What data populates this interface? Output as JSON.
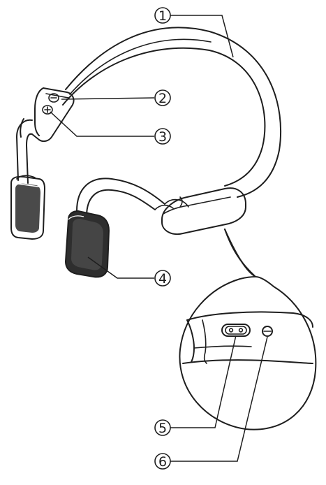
{
  "callouts": [
    {
      "id": "c1",
      "number": "1"
    },
    {
      "id": "c2",
      "number": "2"
    },
    {
      "id": "c3",
      "number": "3"
    },
    {
      "id": "c4",
      "number": "4"
    },
    {
      "id": "c5",
      "number": "5"
    },
    {
      "id": "c6",
      "number": "6"
    }
  ],
  "icons": {
    "headset": "bone-conduction-headphones",
    "volume_up": "plus-icon",
    "volume_down": "minus-icon",
    "charging_port": "magnetic-charging-contacts",
    "indicator": "led-indicator-icon"
  }
}
